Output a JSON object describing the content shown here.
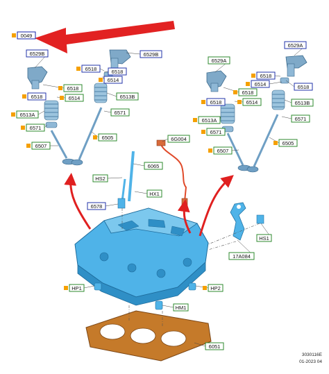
{
  "callouts": {
    "c0049": "0049",
    "c6529B_l": "6529B",
    "c6529B_r": "6529B",
    "c6518_l1": "6518",
    "c6518_l2": "6518",
    "c6518_l3": "6518",
    "c6518_l4": "6518",
    "c6514_l1": "6514",
    "c6514_l2": "6514",
    "c6513B_l": "6513B",
    "c6513A_l": "6513A",
    "c6571_l1": "6571",
    "c6571_l2": "6571",
    "c6505_l": "6505",
    "c6507_l": "6507",
    "c6529A_l": "6529A",
    "c6529A_r": "6529A",
    "c6518_r1": "6518",
    "c6518_r2": "6518",
    "c6518_r3": "6518",
    "c6518_r4": "6518",
    "c6514_r1": "6514",
    "c6514_r2": "6514",
    "c6513B_r": "6513B",
    "c6513A_r": "6513A",
    "c6571_r1": "6571",
    "c6571_r2": "6571",
    "c6505_r": "6505",
    "c6507_r": "6507",
    "c6G004": "6G004",
    "c6065": "6065",
    "cHS2": "HS2",
    "cHX1": "HX1",
    "c6578": "6578",
    "cHS1": "HS1",
    "c17A084": "17A084",
    "cHP1": "HP1",
    "cHP2": "HP2",
    "cHM1": "HM1",
    "c6051": "6051"
  },
  "footer": {
    "code": "3030116E",
    "date": "01-2023 04"
  },
  "colors": {
    "part_blue": "#4fb3e8",
    "gasket": "#c57a2a",
    "arrow_red": "#e02020",
    "label_green": "#2d8a2d",
    "label_blue": "#2233aa",
    "bullet_orange": "#f5a000"
  }
}
